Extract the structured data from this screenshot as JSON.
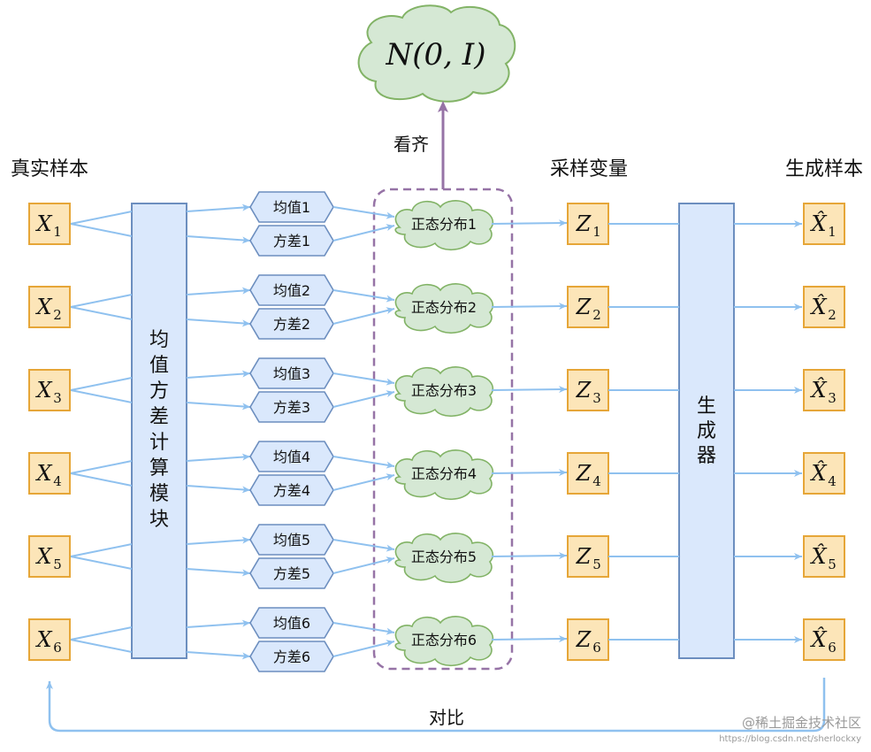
{
  "labels": {
    "real_samples": "真实样本",
    "sample_vars": "采样变量",
    "generated_samples": "生成样本",
    "look_at": "看齐",
    "compare": "对比",
    "prior": "N(0, I)",
    "module": "均值方差计算模块",
    "generator": "生成器"
  },
  "rows": [
    {
      "x": "X",
      "sub": "1",
      "mean": "均值1",
      "var": "方差1",
      "normal": "正态分布1",
      "z": "Z",
      "xhat": "X̂"
    },
    {
      "x": "X",
      "sub": "2",
      "mean": "均值2",
      "var": "方差2",
      "normal": "正态分布2",
      "z": "Z",
      "xhat": "X̂"
    },
    {
      "x": "X",
      "sub": "3",
      "mean": "均值3",
      "var": "方差3",
      "normal": "正态分布3",
      "z": "Z",
      "xhat": "X̂"
    },
    {
      "x": "X",
      "sub": "4",
      "mean": "均值4",
      "var": "方差4",
      "normal": "正态分布4",
      "z": "Z",
      "xhat": "X̂"
    },
    {
      "x": "X",
      "sub": "5",
      "mean": "均值5",
      "var": "方差5",
      "normal": "正态分布5",
      "z": "Z",
      "xhat": "X̂"
    },
    {
      "x": "X",
      "sub": "6",
      "mean": "均值6",
      "var": "方差6",
      "normal": "正态分布6",
      "z": "Z",
      "xhat": "X̂"
    }
  ],
  "watermark": "@稀土掘金技术社区",
  "watermark_url": "https://blog.csdn.net/sherlockxy",
  "colors": {
    "orange_fill": "#fce5b8",
    "orange_stroke": "#e6a638",
    "blue_fill": "#dae8fc",
    "blue_stroke": "#6c8ebf",
    "green_fill": "#d5e8d4",
    "green_stroke": "#82b366",
    "arrow_blue": "#8fc1ef",
    "purple": "#9673a6"
  }
}
